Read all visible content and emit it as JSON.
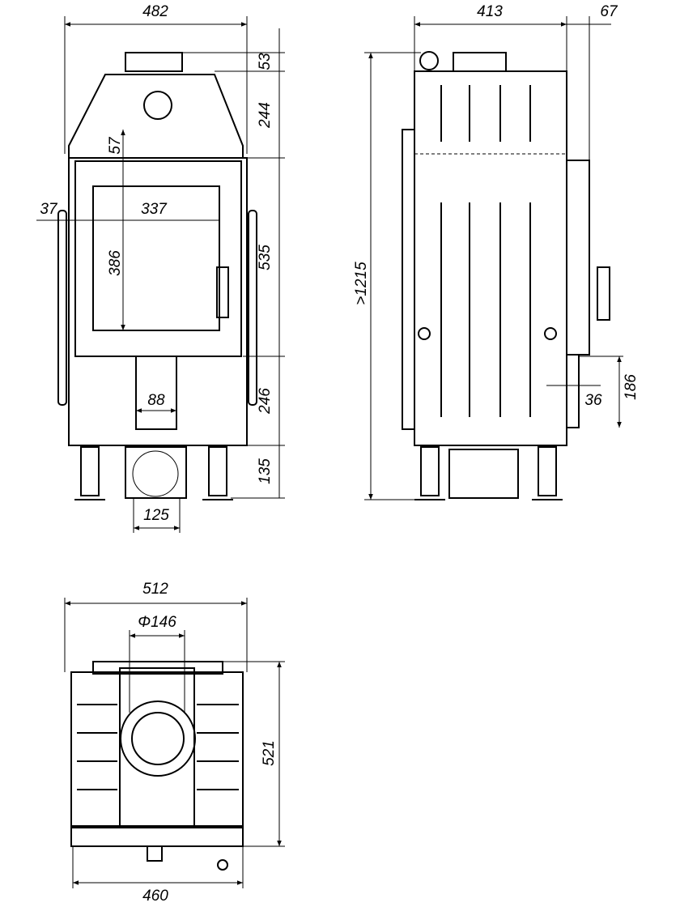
{
  "front_view": {
    "width": "482",
    "flue_height": "53",
    "hood_height": "244",
    "glass_top_offset": "57",
    "glass_side_offset": "37",
    "glass_width": "337",
    "glass_height": "386",
    "door_height": "535",
    "lower_height": "246",
    "air_inlet_width": "88",
    "leg_height": "135",
    "air_pipe_width": "125"
  },
  "side_view": {
    "depth": "413",
    "handle_offset": "67",
    "total_height": ">1215",
    "rear_panel_height": "186",
    "rear_panel_depth": "36"
  },
  "top_view": {
    "width": "512",
    "flue_diameter": "Φ146",
    "depth": "521",
    "base_width": "460"
  }
}
